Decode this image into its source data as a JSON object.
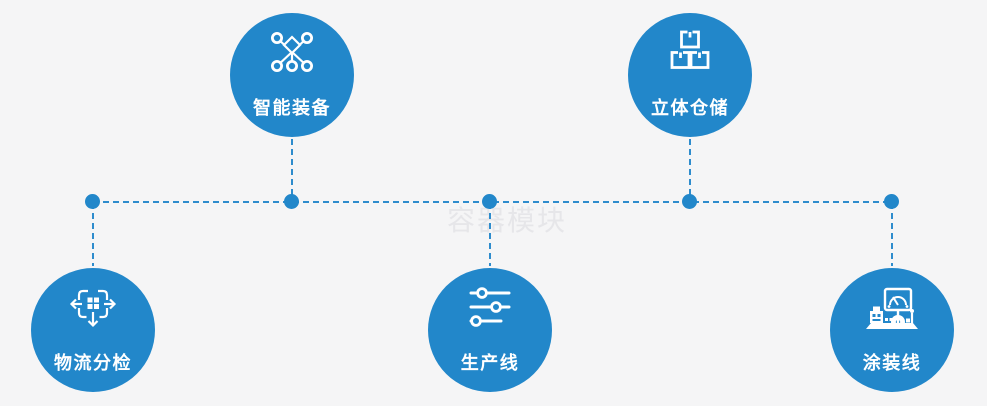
{
  "watermark": "容器模块",
  "colors": {
    "background": "#f5f5f6",
    "node_blue": "#2287ca",
    "line_blue": "#2e8ccd",
    "label_text": "#ffffff",
    "watermark_text": "#e6e6e9"
  },
  "nodes": [
    {
      "label": "智能装备",
      "icon": "network-nodes-icon"
    },
    {
      "label": "立体仓储",
      "icon": "stacked-boxes-icon"
    },
    {
      "label": "物流分检",
      "icon": "sorting-arrows-icon"
    },
    {
      "label": "生产线",
      "icon": "sliders-icon"
    },
    {
      "label": "涂装线",
      "icon": "paint-line-machine-icon"
    }
  ]
}
